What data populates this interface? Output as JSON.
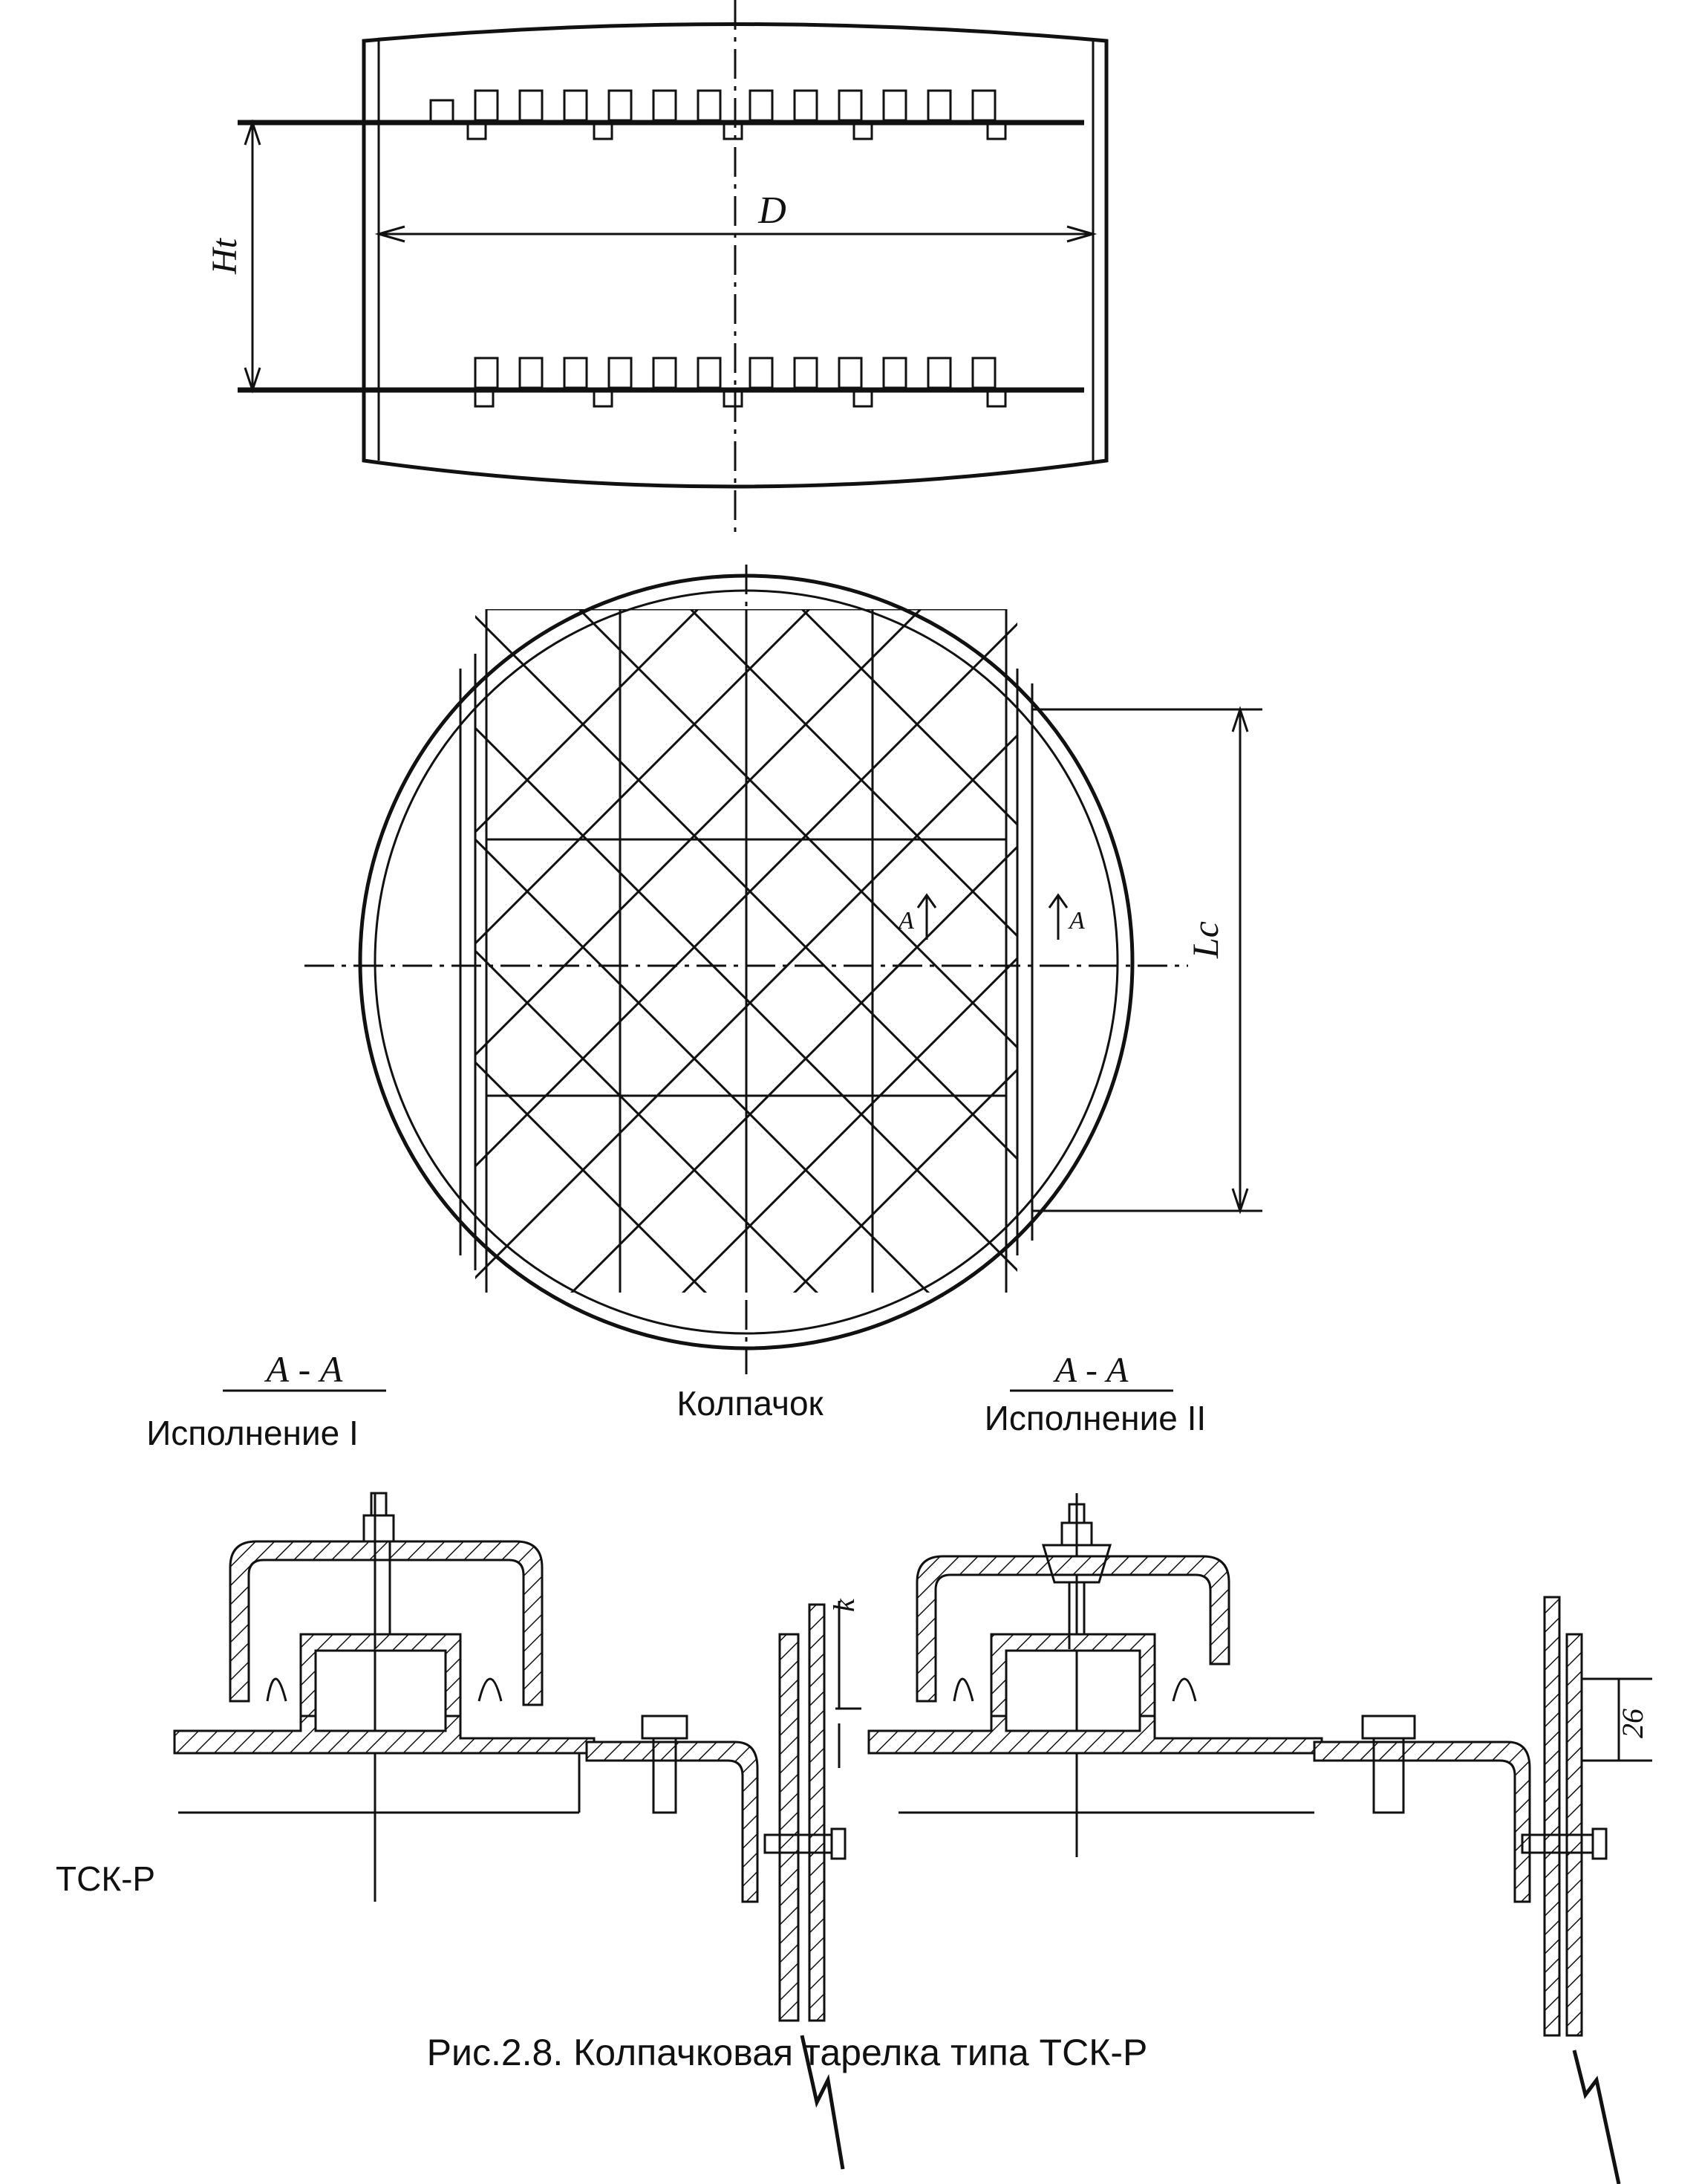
{
  "labels": {
    "height_dim": "Ht",
    "diameter_dim": "D",
    "cap_length_dim": "Lc",
    "section_marker": "A",
    "section_left_title": "А - А",
    "section_left_variant": "Исполнение I",
    "cap_label": "Колпачок",
    "section_right_title": "А - А",
    "section_right_variant": "Исполнение II",
    "gap_dim": "k",
    "seal_dim": "26",
    "type_label": "ТСК-Р",
    "caption": "Рис.2.8. Колпачковая тарелка типа ТСК-Р"
  },
  "colors": {
    "ink": "#111111",
    "paper": "#ffffff"
  }
}
